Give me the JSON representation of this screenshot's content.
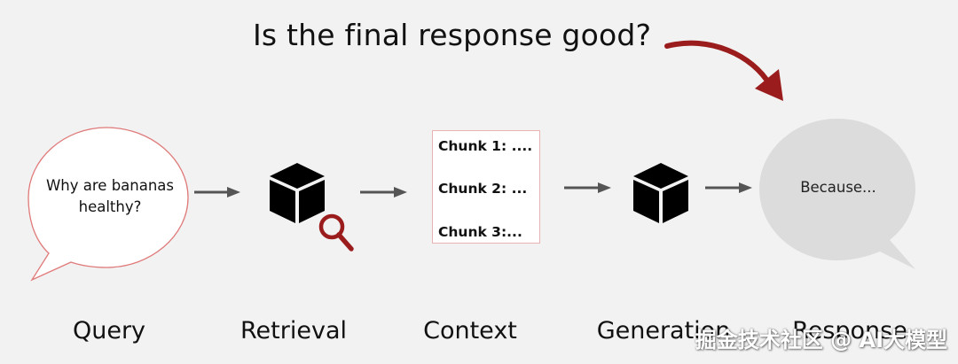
{
  "title": "Is the final response good?",
  "query_bubble": {
    "text": "Why are bananas healthy?"
  },
  "context": {
    "chunks": [
      "Chunk 1: ....",
      "Chunk 2: ...",
      "Chunk 3:..."
    ]
  },
  "response_bubble": {
    "text": "Because..."
  },
  "stages": {
    "query": "Query",
    "retrieval": "Retrieval",
    "context": "Context",
    "generation": "Generation",
    "response": "Response"
  },
  "watermark": "掘金技术社区 @ AI大模型",
  "colors": {
    "accent": "#9b1c1c",
    "bubble_border": "#e07a7a",
    "arrow": "#555555",
    "cube": "#000000",
    "response_bubble": "#dcdcdc"
  },
  "icons": {
    "retrieval": "cube-magnifier-icon",
    "generation": "cube-icon"
  }
}
